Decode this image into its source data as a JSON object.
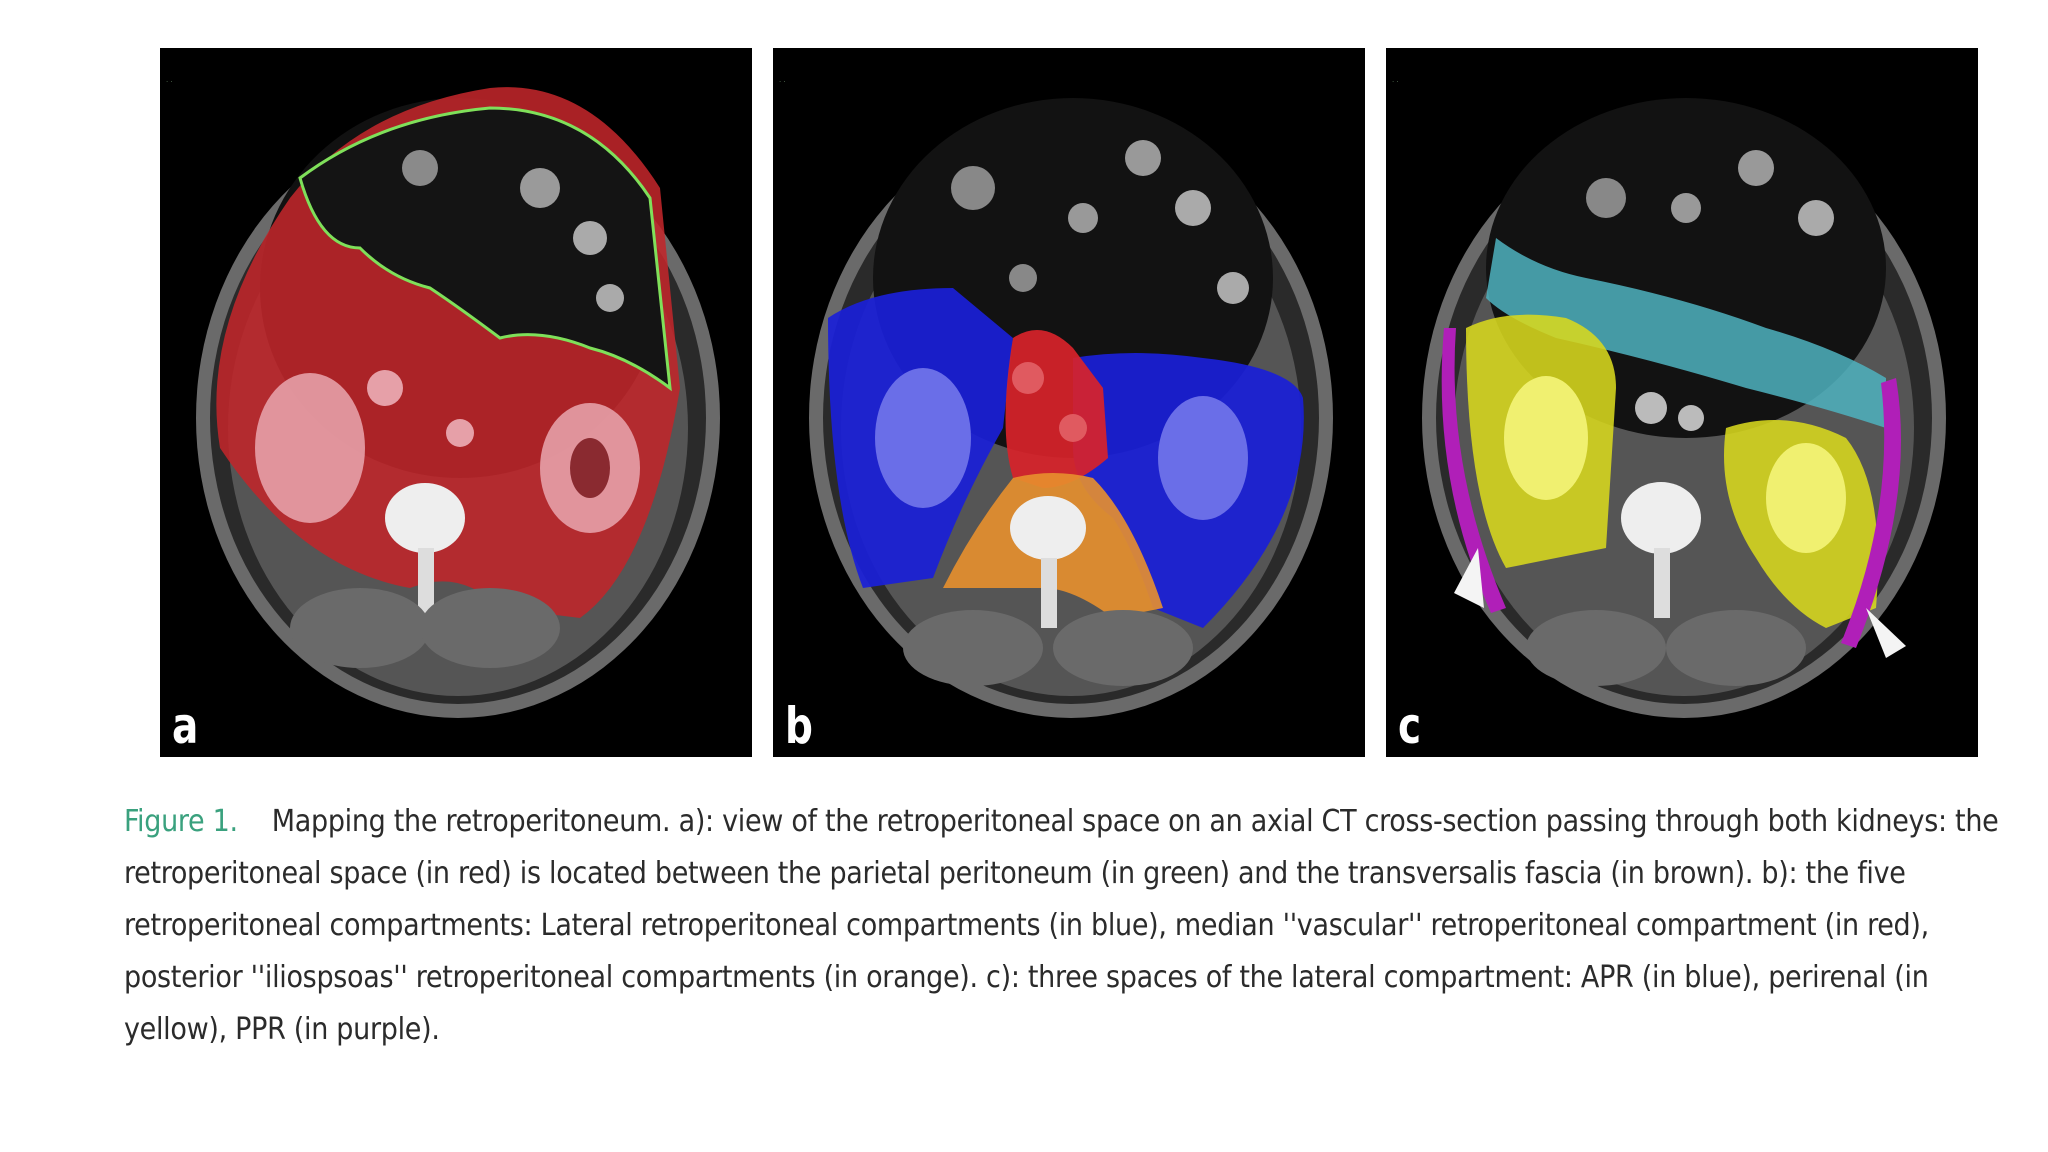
{
  "figure": {
    "panels": [
      {
        "id": "a",
        "letter": "a"
      },
      {
        "id": "b",
        "letter": "b"
      },
      {
        "id": "c",
        "letter": "c"
      }
    ],
    "caption_label": "Figure 1.",
    "caption_text": "Mapping the retroperitoneum. a): view of the retroperitoneal space on an axial CT cross-section passing through both kidneys: the retroperitoneal space (in red) is located between the parietal peritoneum (in green) and the transversalis fascia (in brown). b): the five retroperitoneal compartments: Lateral retroperitoneal compartments (in blue), median ''vascular'' retroperitoneal compartment (in red), posterior ''iliospsoas'' retroperitoneal compartments (in orange). c): three spaces of the lateral compartment: APR (in blue), perirenal (in yellow), PPR (in purple).",
    "colors": {
      "caption_label": "#3aa17e",
      "retroperitoneal_space": "#c0262a",
      "parietal_peritoneum": "#7fe05a",
      "lateral_compartment": "#1a1fd8",
      "median_compartment": "#d8232a",
      "posterior_compartment": "#e8902e",
      "apr": "#4fb3c0",
      "perirenal": "#d8d81e",
      "ppr": "#b01fb8"
    }
  }
}
